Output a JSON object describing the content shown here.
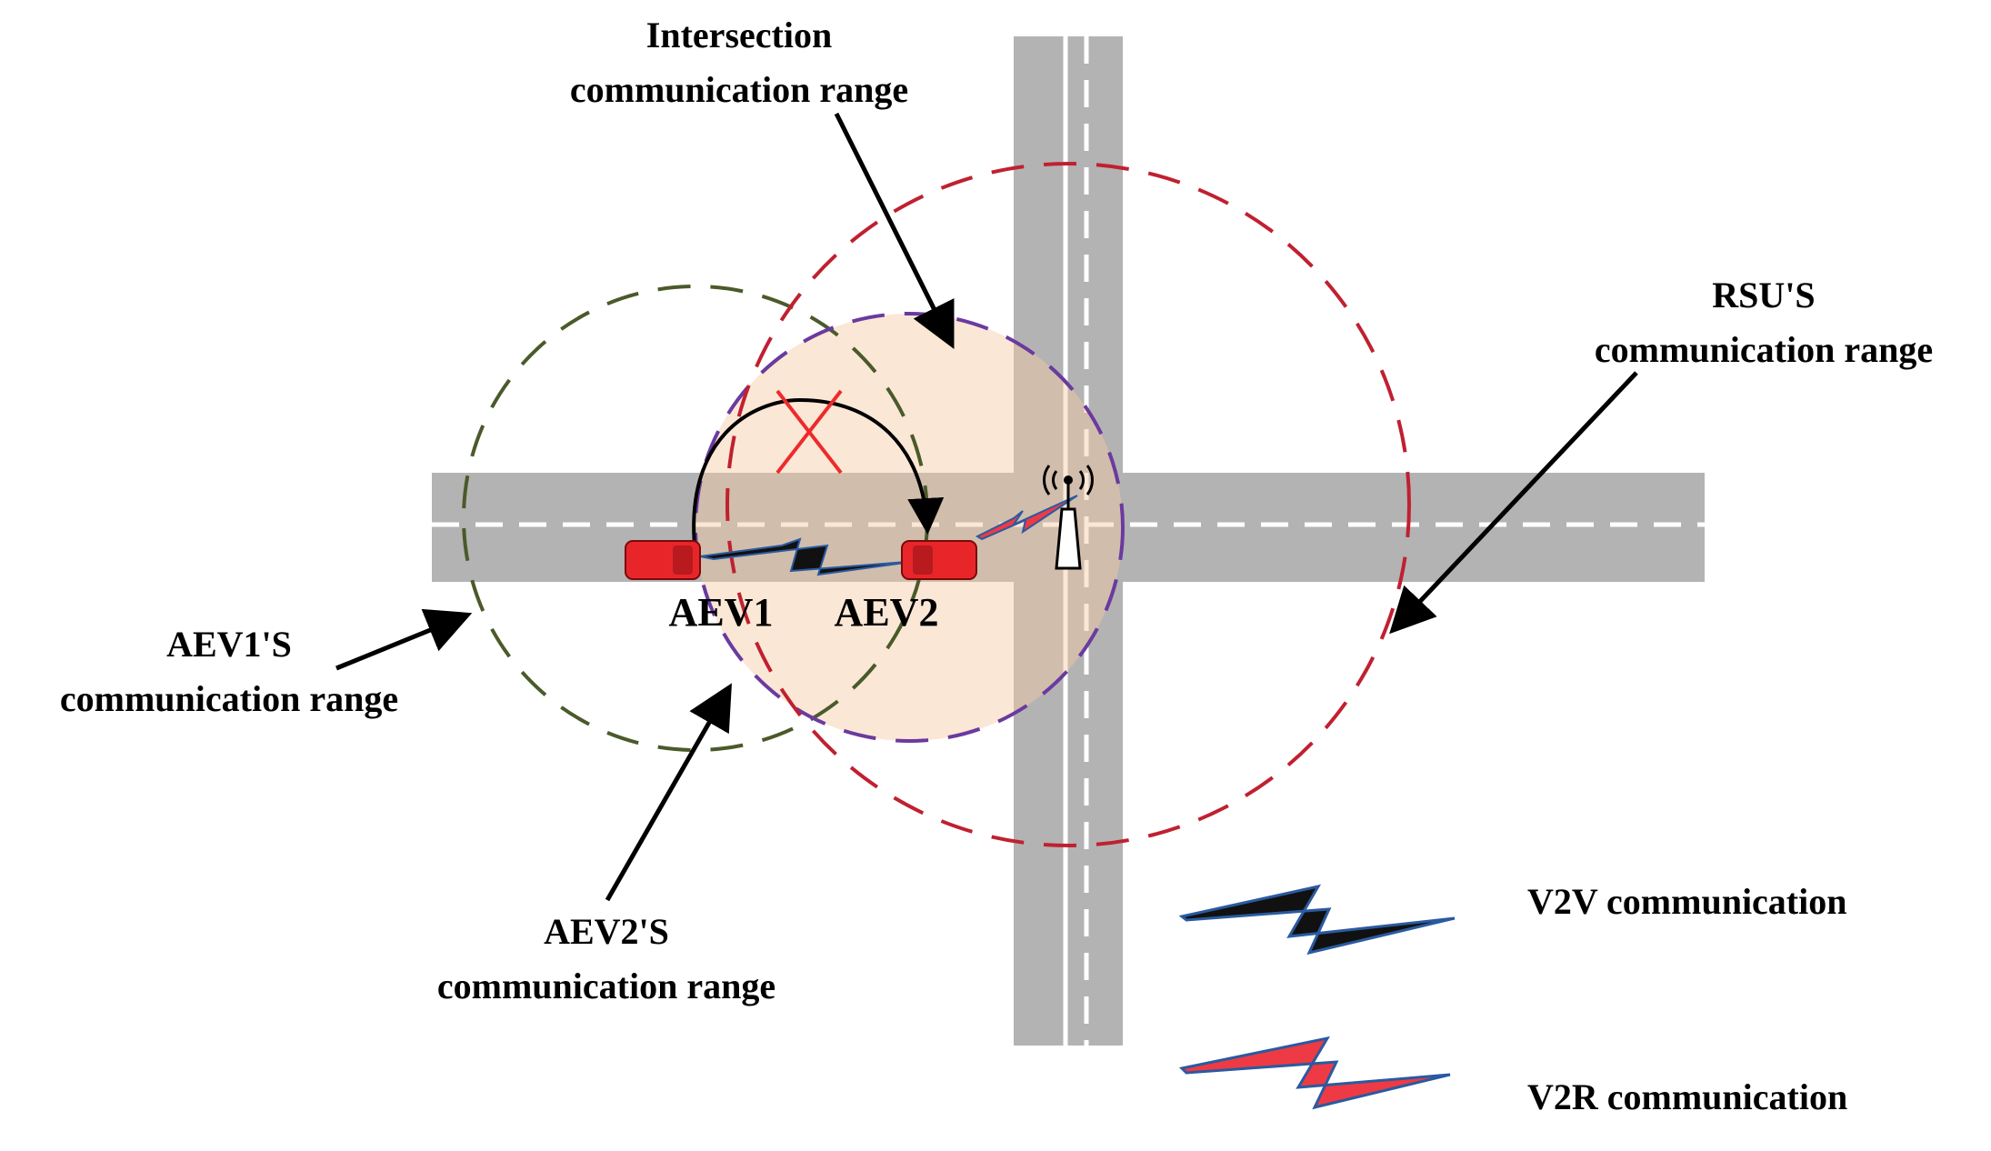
{
  "labels": {
    "intersection_line1": "Intersection",
    "intersection_line2": "communication range",
    "rsu_line1": "RSU'S",
    "rsu_line2": "communication range",
    "aev1_range_line1": "AEV1'S",
    "aev1_range_line2": "communication range",
    "aev2_range_line1": "AEV2'S",
    "aev2_range_line2": "communication range",
    "aev1": "AEV1",
    "aev2": "AEV2"
  },
  "legend": {
    "v2v": "V2V communication",
    "v2r": "V2R communication"
  },
  "colors": {
    "road": "#b3b3b3",
    "road_marking": "#ffffff",
    "aev1_range": "#4a5a2a",
    "aev2_range": "#6a3aa0",
    "rsu_range": "#c02030",
    "intersection_fill": "#f9dcc4",
    "vehicle": "#e8262a",
    "v2v_bolt": "#111111",
    "v2r_bolt": "#ee3a44",
    "bolt_outline": "#2a5aa0",
    "blocked_cross": "#ee2a2a"
  },
  "icons": {
    "rsu": "antenna-tower-icon",
    "vehicle": "car-icon",
    "blocked": "cross-icon"
  }
}
